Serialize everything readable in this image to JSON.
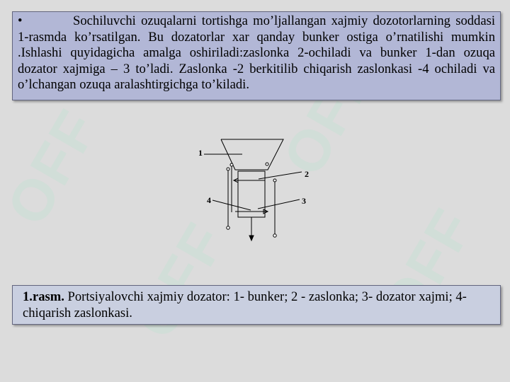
{
  "watermark": {
    "text": "OFF"
  },
  "intro": {
    "bullet": "•",
    "text": "Sochiluvchi ozuqalarni tortishga mo’ljallangan xajmiy dozotorlarning soddasi 1-rasmda ko’rsatilgan. Bu dozatorlar xar qanday bunker ostiga o’rnatilishi mumkin .Ishlashi quyidagicha amalga oshiriladi:zaslonka 2-ochiladi va bunker 1-dan ozuqa dozator xajmiga – 3 to’ladi. Zaslonka -2 berkitilib chiqarish zaslonkasi -4 ochiladi va o’lchangan ozuqa aralashtirgichga to’kiladi."
  },
  "figure": {
    "labels": {
      "bunker": "1",
      "zaslonka": "2",
      "dozator": "3",
      "chiqarish": "4"
    }
  },
  "caption": {
    "bold": "1.rasm.",
    "text": " Portsiyalovchi xajmiy dozator: 1- bunker; 2 - zaslonka; 3- dozator xajmi; 4- chiqarish zaslonkasi."
  }
}
